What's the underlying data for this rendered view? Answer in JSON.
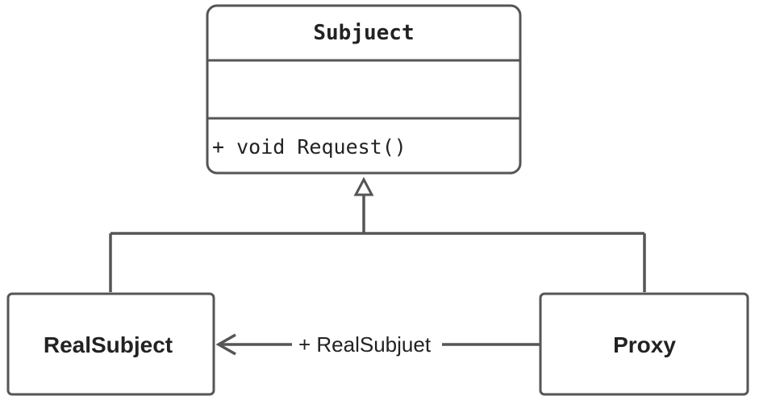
{
  "diagram": {
    "subject": {
      "title": "Subjuect",
      "attributes": "",
      "operation": "+ void Request()"
    },
    "real_subject": {
      "title": "RealSubject"
    },
    "proxy": {
      "title": "Proxy"
    },
    "association": {
      "label": "+ RealSubjuet"
    }
  },
  "colors": {
    "stroke": "#555555",
    "text": "#222222",
    "background": "#ffffff"
  }
}
